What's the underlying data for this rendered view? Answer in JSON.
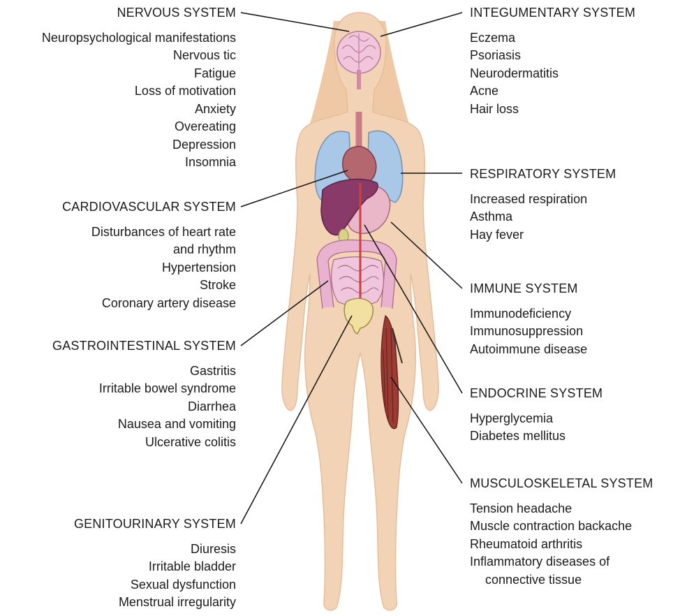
{
  "systems": {
    "nervous": {
      "title": "NERVOUS SYSTEM",
      "items": [
        "Neuropsychological manifestations",
        "Nervous tic",
        "Fatigue",
        "Loss of motivation",
        "Anxiety",
        "Overeating",
        "Depression",
        "Insomnia"
      ]
    },
    "cardiovascular": {
      "title": "CARDIOVASCULAR SYSTEM",
      "items": [
        "Disturbances of heart rate",
        "and rhythm",
        "Hypertension",
        "Stroke",
        "Coronary artery disease"
      ]
    },
    "gastrointestinal": {
      "title": "GASTROINTESTINAL SYSTEM",
      "items": [
        "Gastritis",
        "Irritable bowel syndrome",
        "Diarrhea",
        "Nausea and vomiting",
        "Ulcerative colitis"
      ]
    },
    "genitourinary": {
      "title": "GENITOURINARY SYSTEM",
      "items": [
        "Diuresis",
        "Irritable bladder",
        "Sexual dysfunction",
        "Menstrual irregularity"
      ]
    },
    "integumentary": {
      "title": "INTEGUMENTARY SYSTEM",
      "items": [
        "Eczema",
        "Psoriasis",
        "Neurodermatitis",
        "Acne",
        "Hair loss"
      ]
    },
    "respiratory": {
      "title": "RESPIRATORY SYSTEM",
      "items": [
        "Increased respiration",
        "Asthma",
        "Hay fever"
      ]
    },
    "immune": {
      "title": "IMMUNE SYSTEM",
      "items": [
        "Immunodeficiency",
        "Immunosuppression",
        "Autoimmune disease"
      ]
    },
    "endocrine": {
      "title": "ENDOCRINE SYSTEM",
      "items": [
        "Hyperglycemia",
        "Diabetes mellitus"
      ]
    },
    "musculoskeletal": {
      "title": "MUSCULOSKELETAL SYSTEM",
      "items": [
        "Tension headache",
        "Muscle contraction backache",
        "Rheumatoid arthritis",
        "Inflammatory diseases of",
        "connective tissue"
      ]
    }
  },
  "colors": {
    "skin": "#f3d3b6",
    "skin_edge": "#e2b896",
    "brain": "#f1c6dc",
    "lung": "#a9c7e6",
    "heart": "#b5676f",
    "liver": "#8a3a68",
    "stomach": "#eab7c8",
    "intestine": "#f0c6dc",
    "bladder": "#f1e0a0",
    "muscle": "#9c3a34",
    "leader": "#111111"
  }
}
